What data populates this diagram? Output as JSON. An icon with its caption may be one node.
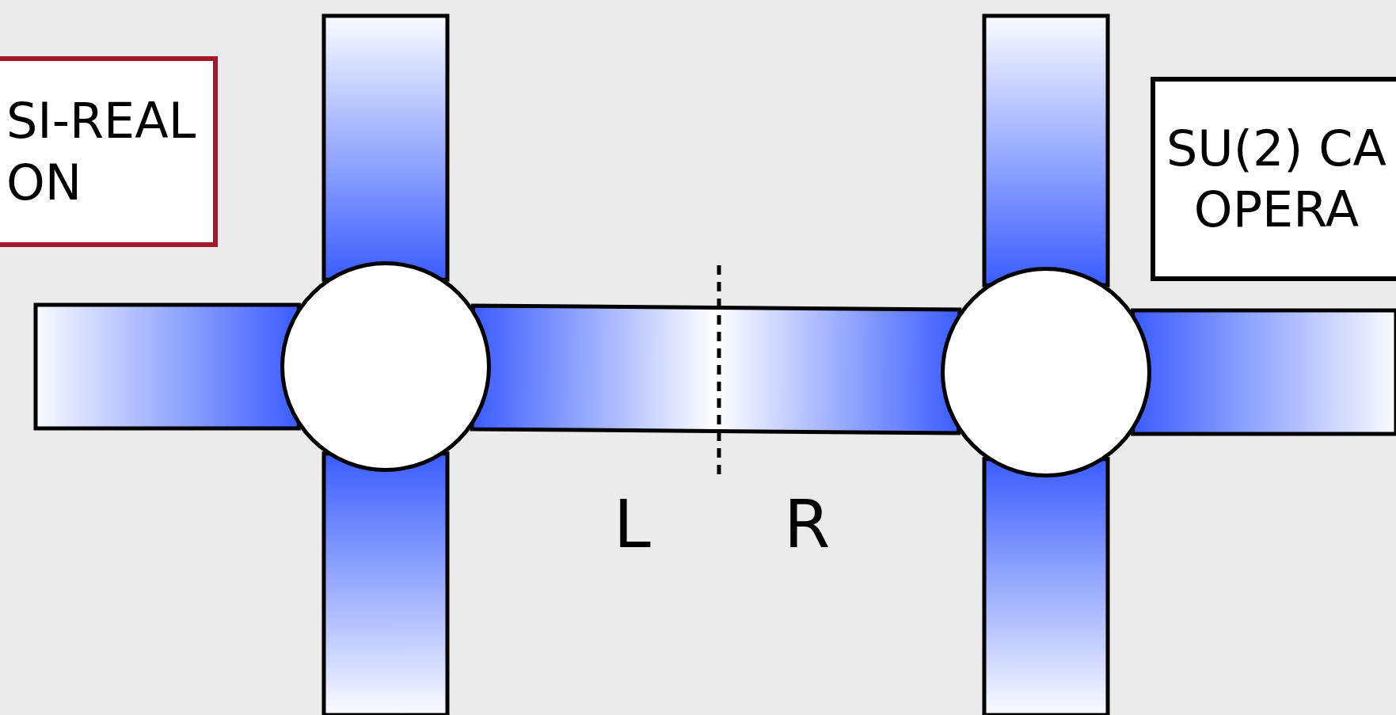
{
  "diagram": {
    "nodes": [
      {
        "text": [
          "SI-REAL ON"
        ]
      },
      {
        "text": [
          "SU(2) CA OPERA"
        ]
      },
      {
        "text": [],
        "shape": "circle"
      },
      {
        "text": [],
        "shape": "circle"
      }
    ],
    "edges": [
      {
        "from": 2,
        "to": 3,
        "arrow": "none",
        "style": "thick"
      },
      {
        "from": 2,
        "to": null,
        "arrow": "none",
        "style": "thick"
      },
      {
        "from": 2,
        "to": null,
        "arrow": "none",
        "style": "thick"
      },
      {
        "from": 2,
        "to": null,
        "arrow": "none",
        "style": "thick"
      },
      {
        "from": 3,
        "to": null,
        "arrow": "none",
        "style": "thick"
      },
      {
        "from": 3,
        "to": null,
        "arrow": "none",
        "style": "thick"
      },
      {
        "from": 3,
        "to": null,
        "arrow": "none",
        "style": "thick"
      }
    ],
    "labels": [
      "L",
      "R"
    ]
  }
}
